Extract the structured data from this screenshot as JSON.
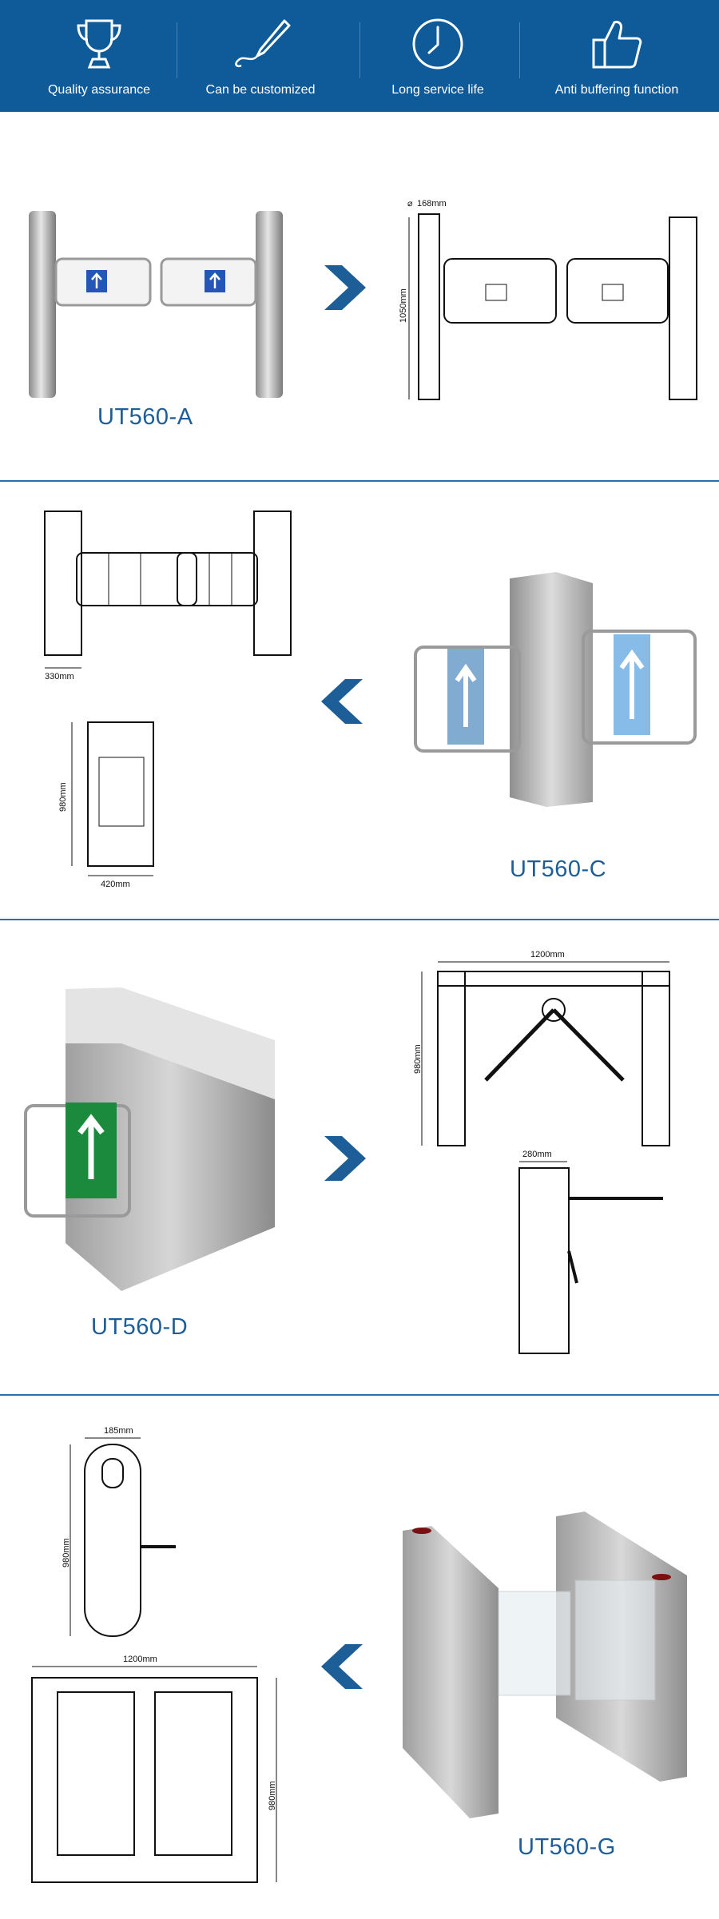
{
  "features": [
    {
      "label": "Quality assurance",
      "icon": "trophy-icon"
    },
    {
      "label": "Can be customized",
      "icon": "pen-icon"
    },
    {
      "label": "Long service life",
      "icon": "clock-icon"
    },
    {
      "label": "Anti buffering function",
      "icon": "thumbs-up-icon"
    }
  ],
  "sections": [
    {
      "model": "UT560-A",
      "dims": {
        "diameter": "168mm",
        "height": "1050mm"
      }
    },
    {
      "model": "UT560-C",
      "dims": {
        "width": "330mm",
        "height": "980mm",
        "depth": "420mm"
      }
    },
    {
      "model": "UT560-D",
      "dims": {
        "width": "1200mm",
        "height": "980mm",
        "depth": "280mm"
      }
    },
    {
      "model": "UT560-G",
      "dims": {
        "depth": "185mm",
        "height_side": "980mm",
        "width": "1200mm",
        "height_front": "980mm"
      }
    }
  ],
  "colors": {
    "banner": "#0f5a98",
    "accent": "#1d5e98",
    "arrow": "#1d5e98"
  }
}
